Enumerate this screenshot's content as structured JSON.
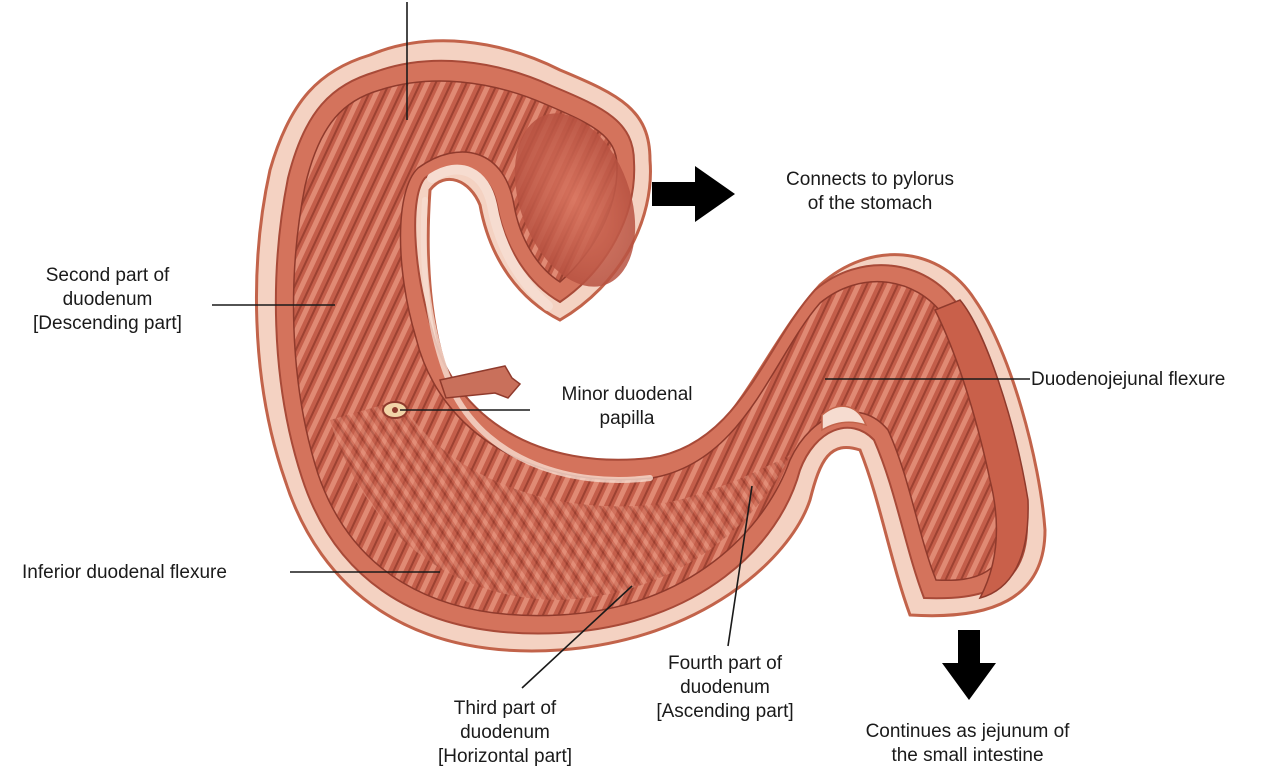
{
  "labels": {
    "pylorus": [
      "Connects to pylorus",
      "of the stomach"
    ],
    "second_part": [
      "Second part of",
      "duodenum",
      "[Descending part]"
    ],
    "minor_papilla": [
      "Minor duodenal",
      "papilla"
    ],
    "dj_flexure": "Duodenojejunal flexure",
    "inferior_flexure": "Inferior duodenal flexure",
    "third_part": [
      "Third part of",
      "duodenum",
      "[Horizontal part]"
    ],
    "fourth_part": [
      "Fourth part of",
      "duodenum",
      "[Ascending part]"
    ],
    "jejunum": [
      "Continues as jejunum of",
      "the small intestine"
    ]
  },
  "colors": {
    "outer_wall": "#f2c9b5",
    "serosa_line": "#c2634a",
    "muscle": "#d1705a",
    "mucosa": "#b85443",
    "fold_light": "#e79a85",
    "fold_dark": "#8f3a2c",
    "fat": "#f6dcd0",
    "arrow": "#000000",
    "leader": "#1a1a1a"
  }
}
